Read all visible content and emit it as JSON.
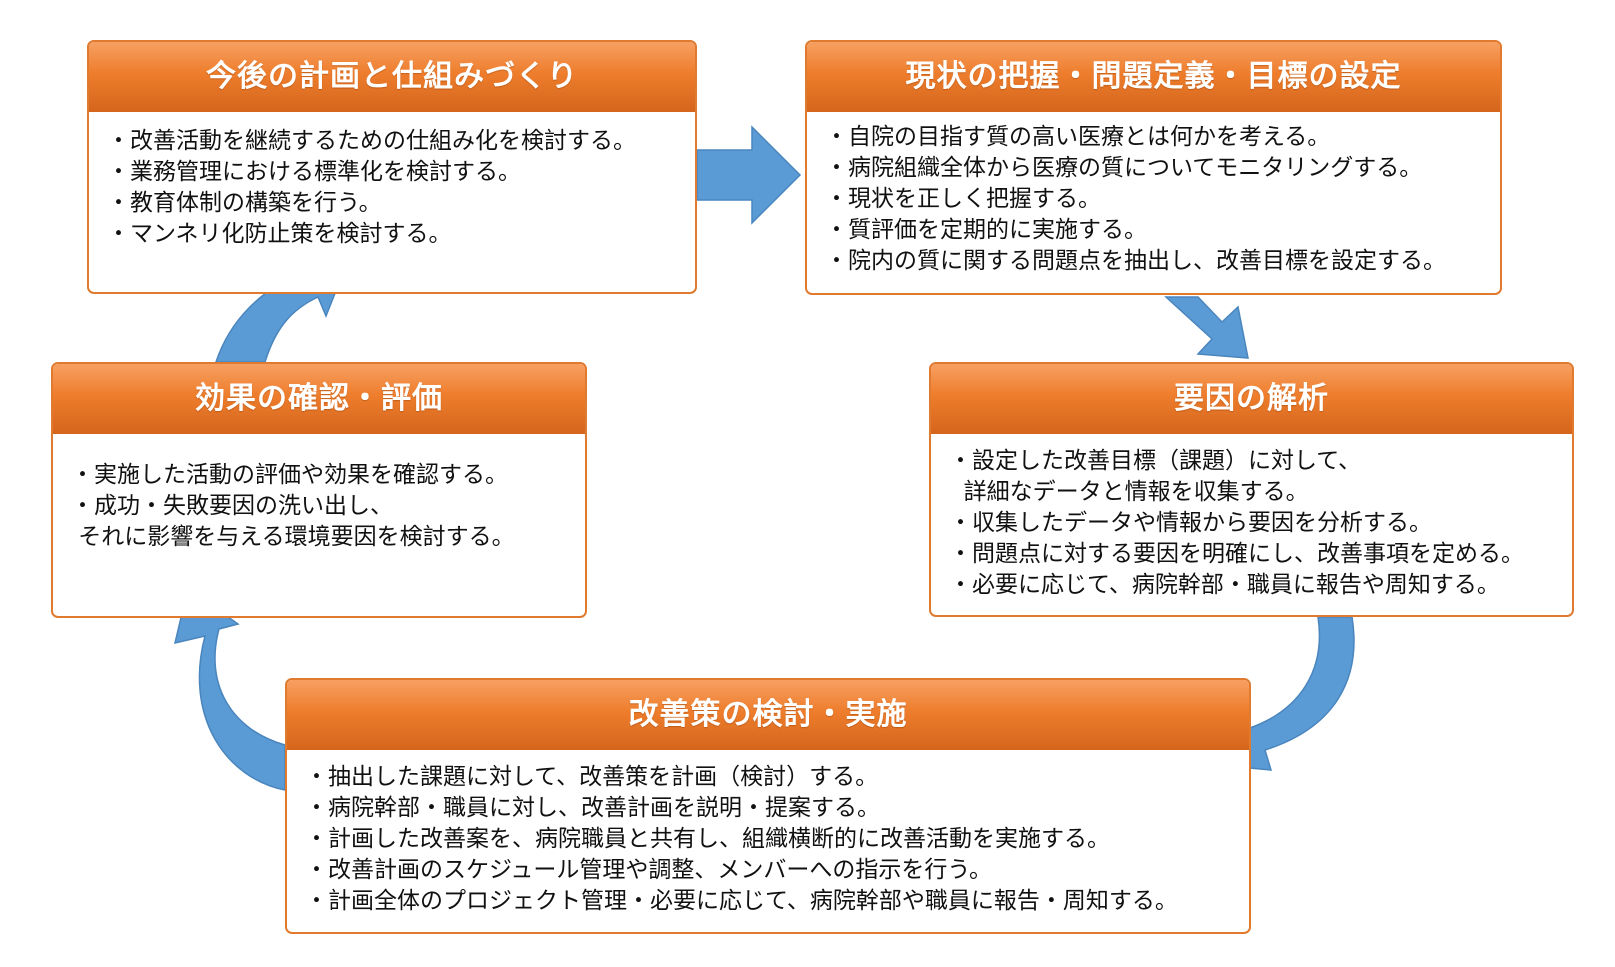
{
  "diagram": {
    "boxes": {
      "plan": {
        "title": "今後の計画と仕組みづくり",
        "items": [
          "・改善活動を継続するための仕組み化を検討する。",
          "・業務管理における標準化を検討する。",
          "・教育体制の構築を行う。",
          "・マンネリ化防止策を検討する。"
        ]
      },
      "current": {
        "title": "現状の把握・問題定義・目標の設定",
        "items": [
          "・自院の目指す質の高い医療とは何かを考える。",
          "・病院組織全体から医療の質についてモニタリングする。",
          "・現状を正しく把握する。",
          "・質評価を定期的に実施する。",
          "・院内の質に関する問題点を抽出し、改善目標を設定する。"
        ]
      },
      "factor": {
        "title": "要因の解析",
        "items": [
          "・設定した改善目標（課題）に対して、",
          "  詳細なデータと情報を収集する。",
          "・収集したデータや情報から要因を分析する。",
          "・問題点に対する要因を明確にし、改善事項を定める。",
          "・必要に応じて、病院幹部・職員に報告や周知する。"
        ]
      },
      "effect": {
        "title": "効果の確認・評価",
        "items": [
          "・実施した活動の評価や効果を確認する。",
          "・成功・失敗要因の洗い出し、",
          " それに影響を与える環境要因を検討する。"
        ]
      },
      "action": {
        "title": "改善策の検討・実施",
        "items": [
          "・抽出した課題に対して、改善策を計画（検討）する。",
          "・病院幹部・職員に対し、改善計画を説明・提案する。",
          "・計画した改善案を、病院職員と共有し、組織横断的に改善活動を実施する。",
          "・改善計画のスケジュール管理や調整、メンバーへの指示を行う。",
          "・計画全体のプロジェクト管理・必要に応じて、病院幹部や職員に報告・周知する。"
        ]
      }
    },
    "colors": {
      "header": "#ee7d2c",
      "border": "#e07a2e",
      "arrow": "#5b9bd5",
      "arrow_outline": "#4a85bd",
      "text": "#111111"
    }
  }
}
